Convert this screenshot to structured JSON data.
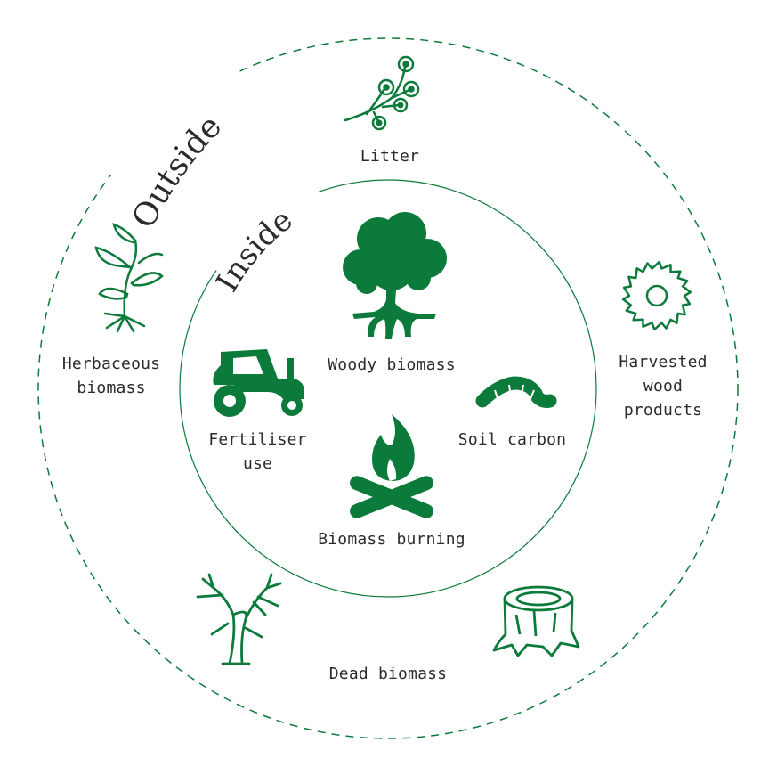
{
  "colors": {
    "green": "#0c7a3a",
    "text": "#2b2b2b"
  },
  "rings": {
    "outer_label": "Outside",
    "inner_label": "Inside"
  },
  "items": {
    "litter": {
      "label": "Litter",
      "icon": "flower-branch-icon"
    },
    "herbaceous": {
      "line1": "Herbaceous",
      "line2": "biomass",
      "icon": "seedling-icon"
    },
    "harvested": {
      "line1": "Harvested",
      "line2": "wood",
      "line3": "products",
      "icon": "saw-blade-icon"
    },
    "dead": {
      "label": "Dead biomass",
      "icons": [
        "dead-tree-icon",
        "tree-stump-icon"
      ]
    },
    "woody": {
      "label": "Woody biomass",
      "icon": "tree-icon"
    },
    "fertiliser": {
      "line1": "Fertiliser",
      "line2": "use",
      "icon": "tractor-icon"
    },
    "soil": {
      "label": "Soil carbon",
      "icon": "worm-icon"
    },
    "burning": {
      "label": "Biomass burning",
      "icon": "campfire-icon"
    }
  }
}
